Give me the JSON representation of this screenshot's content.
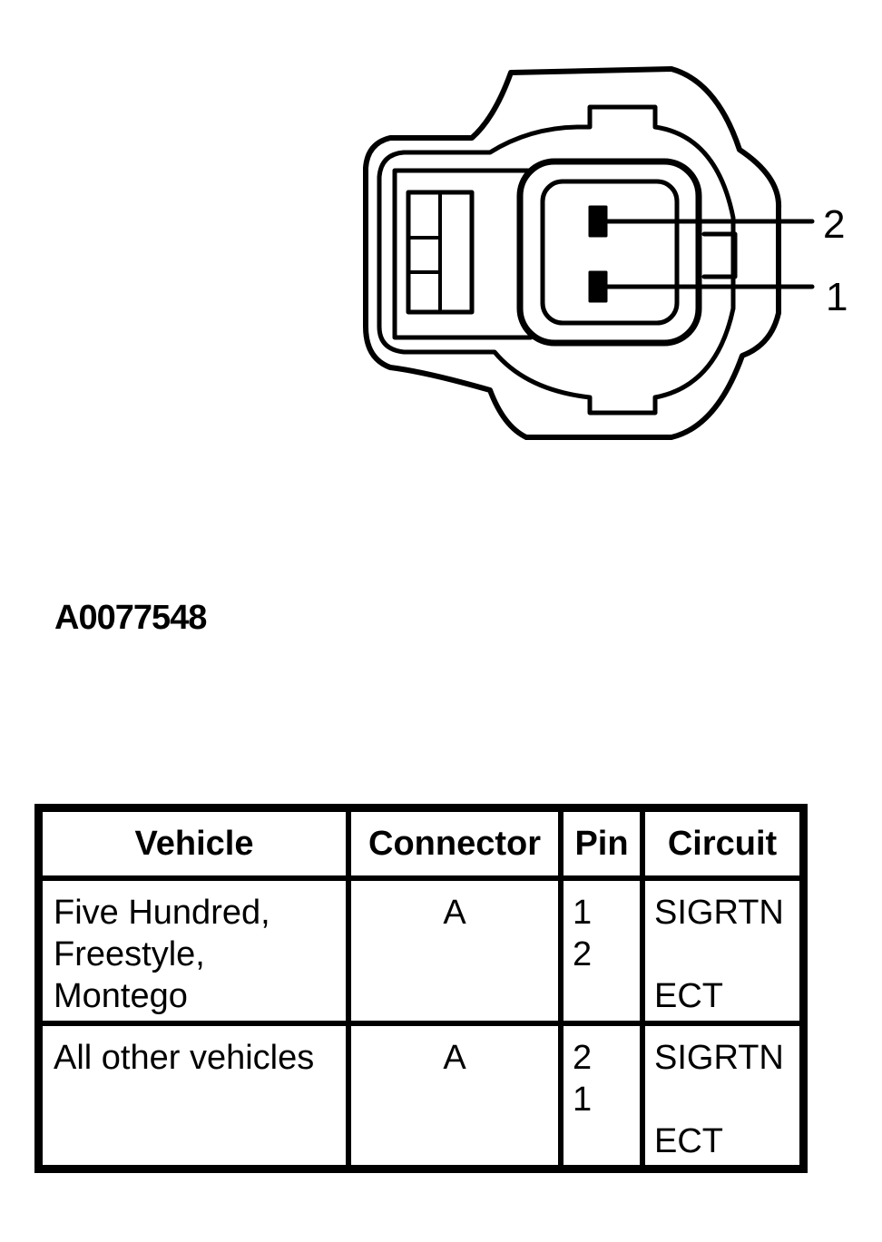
{
  "diagram": {
    "pin_labels": [
      "2",
      "1"
    ]
  },
  "figure_id": "A0077548",
  "table": {
    "headers": [
      "Vehicle",
      "Connector",
      "Pin",
      "Circuit"
    ],
    "rows": [
      {
        "vehicle": [
          "Five Hundred,",
          "Freestyle,",
          "Montego"
        ],
        "connector": "A",
        "pins": [
          "1",
          "2",
          ""
        ],
        "circuits": [
          "SIGRTN",
          "",
          "ECT"
        ]
      },
      {
        "vehicle": [
          "All other vehicles",
          "",
          ""
        ],
        "connector": "A",
        "pins": [
          "2",
          "1",
          ""
        ],
        "circuits": [
          "SIGRTN",
          "",
          "ECT"
        ]
      }
    ]
  }
}
